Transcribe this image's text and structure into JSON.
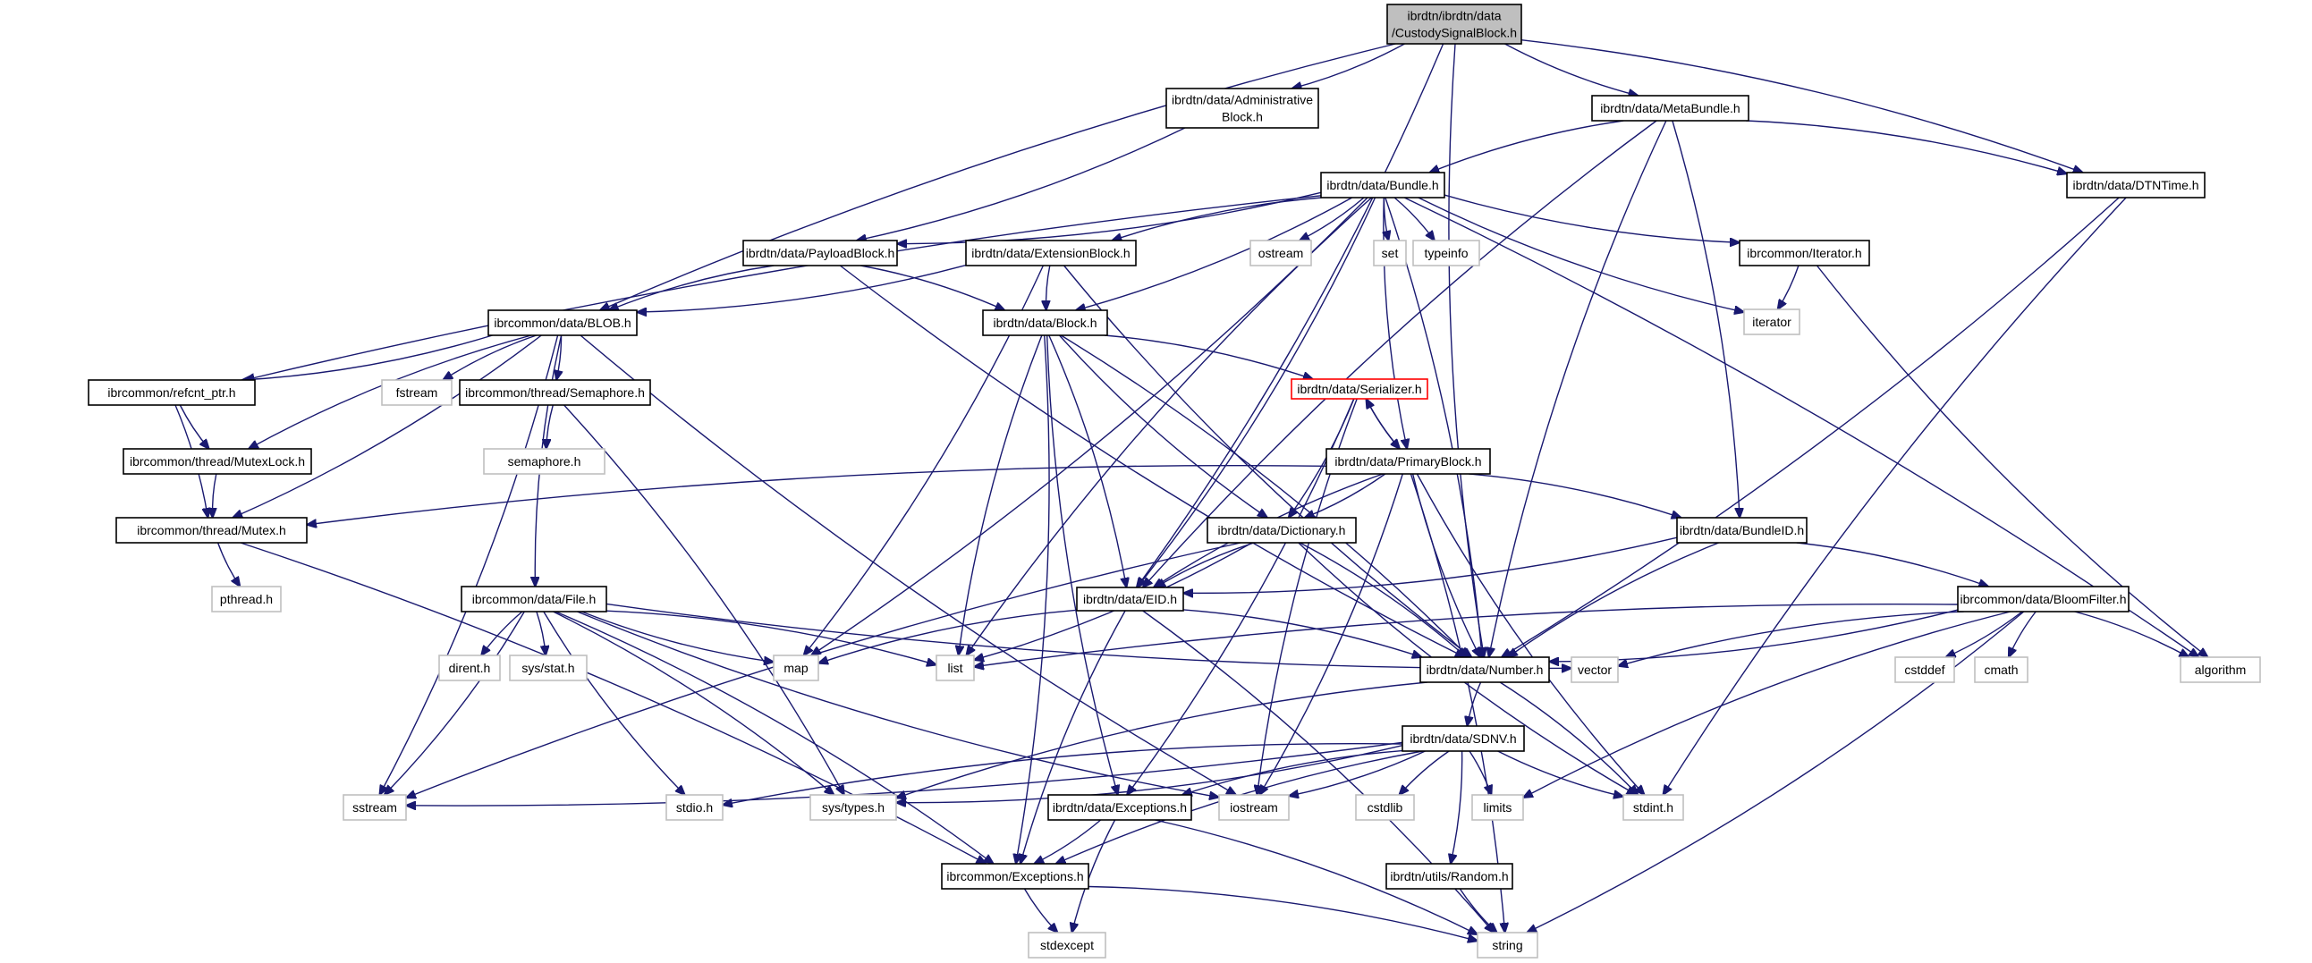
{
  "title": "ibrdtn/ibrdtn/data/CustodySignalBlock.h include dependency graph",
  "colors": {
    "edge": "#191970",
    "root_fill": "#bfbfbf",
    "node_border": "#000000",
    "external_border": "#bfbfbf",
    "truncated_border": "#ff0000"
  },
  "nodes": [
    {
      "id": "root",
      "label": [
        "ibrdtn/ibrdtn/data",
        "/CustodySignalBlock.h"
      ],
      "kind": "root"
    },
    {
      "id": "admin",
      "label": [
        "ibrdtn/data/Administrative",
        "Block.h"
      ],
      "kind": "normal"
    },
    {
      "id": "metabundle",
      "label": [
        "ibrdtn/data/MetaBundle.h"
      ],
      "kind": "normal"
    },
    {
      "id": "dtntime",
      "label": [
        "ibrdtn/data/DTNTime.h"
      ],
      "kind": "normal"
    },
    {
      "id": "bundle",
      "label": [
        "ibrdtn/data/Bundle.h"
      ],
      "kind": "normal"
    },
    {
      "id": "payload",
      "label": [
        "ibrdtn/data/PayloadBlock.h"
      ],
      "kind": "normal"
    },
    {
      "id": "extension",
      "label": [
        "ibrdtn/data/ExtensionBlock.h"
      ],
      "kind": "normal"
    },
    {
      "id": "ostream",
      "label": [
        "ostream"
      ],
      "kind": "external"
    },
    {
      "id": "set",
      "label": [
        "set"
      ],
      "kind": "external"
    },
    {
      "id": "typeinfo",
      "label": [
        "typeinfo"
      ],
      "kind": "external"
    },
    {
      "id": "iteratorh",
      "label": [
        "ibrcommon/Iterator.h"
      ],
      "kind": "normal"
    },
    {
      "id": "blob",
      "label": [
        "ibrcommon/data/BLOB.h"
      ],
      "kind": "normal"
    },
    {
      "id": "block",
      "label": [
        "ibrdtn/data/Block.h"
      ],
      "kind": "normal"
    },
    {
      "id": "iterator",
      "label": [
        "iterator"
      ],
      "kind": "external"
    },
    {
      "id": "refcnt",
      "label": [
        "ibrcommon/refcnt_ptr.h"
      ],
      "kind": "normal"
    },
    {
      "id": "fstream",
      "label": [
        "fstream"
      ],
      "kind": "external"
    },
    {
      "id": "semaphore",
      "label": [
        "ibrcommon/thread/Semaphore.h"
      ],
      "kind": "normal"
    },
    {
      "id": "serializer",
      "label": [
        "ibrdtn/data/Serializer.h"
      ],
      "kind": "truncated"
    },
    {
      "id": "semaphoreh",
      "label": [
        "semaphore.h"
      ],
      "kind": "external"
    },
    {
      "id": "mutexlock",
      "label": [
        "ibrcommon/thread/MutexLock.h"
      ],
      "kind": "normal"
    },
    {
      "id": "primary",
      "label": [
        "ibrdtn/data/PrimaryBlock.h"
      ],
      "kind": "normal"
    },
    {
      "id": "mutex",
      "label": [
        "ibrcommon/thread/Mutex.h"
      ],
      "kind": "normal"
    },
    {
      "id": "dictionary",
      "label": [
        "ibrdtn/data/Dictionary.h"
      ],
      "kind": "normal"
    },
    {
      "id": "bundleid",
      "label": [
        "ibrdtn/data/BundleID.h"
      ],
      "kind": "normal"
    },
    {
      "id": "pthread",
      "label": [
        "pthread.h"
      ],
      "kind": "external"
    },
    {
      "id": "file",
      "label": [
        "ibrcommon/data/File.h"
      ],
      "kind": "normal"
    },
    {
      "id": "eid",
      "label": [
        "ibrdtn/data/EID.h"
      ],
      "kind": "normal"
    },
    {
      "id": "bloom",
      "label": [
        "ibrcommon/data/BloomFilter.h"
      ],
      "kind": "normal"
    },
    {
      "id": "dirent",
      "label": [
        "dirent.h"
      ],
      "kind": "external"
    },
    {
      "id": "sysstat",
      "label": [
        "sys/stat.h"
      ],
      "kind": "external"
    },
    {
      "id": "map",
      "label": [
        "map"
      ],
      "kind": "external"
    },
    {
      "id": "list",
      "label": [
        "list"
      ],
      "kind": "external"
    },
    {
      "id": "number",
      "label": [
        "ibrdtn/data/Number.h"
      ],
      "kind": "normal"
    },
    {
      "id": "vector",
      "label": [
        "vector"
      ],
      "kind": "external"
    },
    {
      "id": "cstddef",
      "label": [
        "cstddef"
      ],
      "kind": "external"
    },
    {
      "id": "cmath",
      "label": [
        "cmath"
      ],
      "kind": "external"
    },
    {
      "id": "algorithm",
      "label": [
        "algorithm"
      ],
      "kind": "external"
    },
    {
      "id": "sdnv",
      "label": [
        "ibrdtn/data/SDNV.h"
      ],
      "kind": "normal"
    },
    {
      "id": "sstream",
      "label": [
        "sstream"
      ],
      "kind": "external"
    },
    {
      "id": "stdio",
      "label": [
        "stdio.h"
      ],
      "kind": "external"
    },
    {
      "id": "systypes",
      "label": [
        "sys/types.h"
      ],
      "kind": "external"
    },
    {
      "id": "dtnexc",
      "label": [
        "ibrdtn/data/Exceptions.h"
      ],
      "kind": "normal"
    },
    {
      "id": "iostream",
      "label": [
        "iostream"
      ],
      "kind": "external"
    },
    {
      "id": "cstdlib",
      "label": [
        "cstdlib"
      ],
      "kind": "external"
    },
    {
      "id": "limits",
      "label": [
        "limits"
      ],
      "kind": "external"
    },
    {
      "id": "stdint",
      "label": [
        "stdint.h"
      ],
      "kind": "external"
    },
    {
      "id": "commonexc",
      "label": [
        "ibrcommon/Exceptions.h"
      ],
      "kind": "normal"
    },
    {
      "id": "random",
      "label": [
        "ibrdtn/utils/Random.h"
      ],
      "kind": "normal"
    },
    {
      "id": "stdexcept",
      "label": [
        "stdexcept"
      ],
      "kind": "external"
    },
    {
      "id": "string",
      "label": [
        "string"
      ],
      "kind": "external"
    }
  ],
  "edges": [
    [
      "root",
      "admin"
    ],
    [
      "root",
      "metabundle"
    ],
    [
      "root",
      "dtntime"
    ],
    [
      "root",
      "blob"
    ],
    [
      "root",
      "eid"
    ],
    [
      "root",
      "number"
    ],
    [
      "admin",
      "payload"
    ],
    [
      "metabundle",
      "bundle"
    ],
    [
      "metabundle",
      "dtntime"
    ],
    [
      "metabundle",
      "eid"
    ],
    [
      "metabundle",
      "bundleid"
    ],
    [
      "metabundle",
      "number"
    ],
    [
      "dtntime",
      "number"
    ],
    [
      "dtntime",
      "stdint"
    ],
    [
      "bundle",
      "payload"
    ],
    [
      "bundle",
      "extension"
    ],
    [
      "bundle",
      "ostream"
    ],
    [
      "bundle",
      "set"
    ],
    [
      "bundle",
      "typeinfo"
    ],
    [
      "bundle",
      "iteratorh"
    ],
    [
      "bundle",
      "block"
    ],
    [
      "bundle",
      "refcnt"
    ],
    [
      "bundle",
      "map"
    ],
    [
      "bundle",
      "list"
    ],
    [
      "bundle",
      "eid"
    ],
    [
      "bundle",
      "primary"
    ],
    [
      "bundle",
      "number"
    ],
    [
      "bundle",
      "iterator"
    ],
    [
      "bundle",
      "algorithm"
    ],
    [
      "payload",
      "blob"
    ],
    [
      "payload",
      "block"
    ],
    [
      "payload",
      "number"
    ],
    [
      "extension",
      "blob"
    ],
    [
      "extension",
      "block"
    ],
    [
      "extension",
      "map"
    ],
    [
      "extension",
      "number"
    ],
    [
      "iteratorh",
      "iterator"
    ],
    [
      "iteratorh",
      "algorithm"
    ],
    [
      "blob",
      "refcnt"
    ],
    [
      "blob",
      "mutexlock"
    ],
    [
      "blob",
      "mutex"
    ],
    [
      "blob",
      "fstream"
    ],
    [
      "blob",
      "semaphore"
    ],
    [
      "blob",
      "file"
    ],
    [
      "blob",
      "sstream"
    ],
    [
      "blob",
      "iostream"
    ],
    [
      "block",
      "serializer"
    ],
    [
      "block",
      "dictionary"
    ],
    [
      "block",
      "eid"
    ],
    [
      "block",
      "list"
    ],
    [
      "block",
      "number"
    ],
    [
      "block",
      "dtnexc"
    ],
    [
      "block",
      "commonexc"
    ],
    [
      "refcnt",
      "mutexlock"
    ],
    [
      "refcnt",
      "mutex"
    ],
    [
      "semaphore",
      "semaphoreh"
    ],
    [
      "semaphore",
      "systypes"
    ],
    [
      "serializer",
      "primary"
    ],
    [
      "serializer",
      "dictionary"
    ],
    [
      "serializer",
      "iostream"
    ],
    [
      "serializer",
      "dtnexc"
    ],
    [
      "mutexlock",
      "mutex"
    ],
    [
      "primary",
      "serializer"
    ],
    [
      "primary",
      "mutex"
    ],
    [
      "primary",
      "dictionary"
    ],
    [
      "primary",
      "eid"
    ],
    [
      "primary",
      "bundleid"
    ],
    [
      "primary",
      "number"
    ],
    [
      "primary",
      "iostream"
    ],
    [
      "primary",
      "stdint"
    ],
    [
      "primary",
      "string"
    ],
    [
      "mutex",
      "pthread"
    ],
    [
      "mutex",
      "commonexc"
    ],
    [
      "dictionary",
      "eid"
    ],
    [
      "dictionary",
      "number"
    ],
    [
      "dictionary",
      "sstream"
    ],
    [
      "dictionary",
      "list"
    ],
    [
      "dictionary",
      "stdint"
    ],
    [
      "bundleid",
      "eid"
    ],
    [
      "bundleid",
      "number"
    ],
    [
      "bundleid",
      "bloom"
    ],
    [
      "file",
      "dirent"
    ],
    [
      "file",
      "sysstat"
    ],
    [
      "file",
      "map"
    ],
    [
      "file",
      "list"
    ],
    [
      "file",
      "vector"
    ],
    [
      "file",
      "sstream"
    ],
    [
      "file",
      "stdio"
    ],
    [
      "file",
      "systypes"
    ],
    [
      "file",
      "iostream"
    ],
    [
      "file",
      "commonexc"
    ],
    [
      "eid",
      "map"
    ],
    [
      "eid",
      "number"
    ],
    [
      "eid",
      "commonexc"
    ],
    [
      "eid",
      "string"
    ],
    [
      "bloom",
      "list"
    ],
    [
      "bloom",
      "number"
    ],
    [
      "bloom",
      "vector"
    ],
    [
      "bloom",
      "cstddef"
    ],
    [
      "bloom",
      "cmath"
    ],
    [
      "bloom",
      "algorithm"
    ],
    [
      "bloom",
      "limits"
    ],
    [
      "bloom",
      "string"
    ],
    [
      "number",
      "sdnv"
    ],
    [
      "number",
      "stdint"
    ],
    [
      "number",
      "systypes"
    ],
    [
      "sdnv",
      "sstream"
    ],
    [
      "sdnv",
      "stdio"
    ],
    [
      "sdnv",
      "systypes"
    ],
    [
      "sdnv",
      "dtnexc"
    ],
    [
      "sdnv",
      "iostream"
    ],
    [
      "sdnv",
      "cstdlib"
    ],
    [
      "sdnv",
      "limits"
    ],
    [
      "sdnv",
      "stdint"
    ],
    [
      "sdnv",
      "random"
    ],
    [
      "sdnv",
      "commonexc"
    ],
    [
      "dtnexc",
      "commonexc"
    ],
    [
      "dtnexc",
      "stdexcept"
    ],
    [
      "dtnexc",
      "string"
    ],
    [
      "commonexc",
      "stdexcept"
    ],
    [
      "commonexc",
      "string"
    ],
    [
      "random",
      "string"
    ]
  ]
}
